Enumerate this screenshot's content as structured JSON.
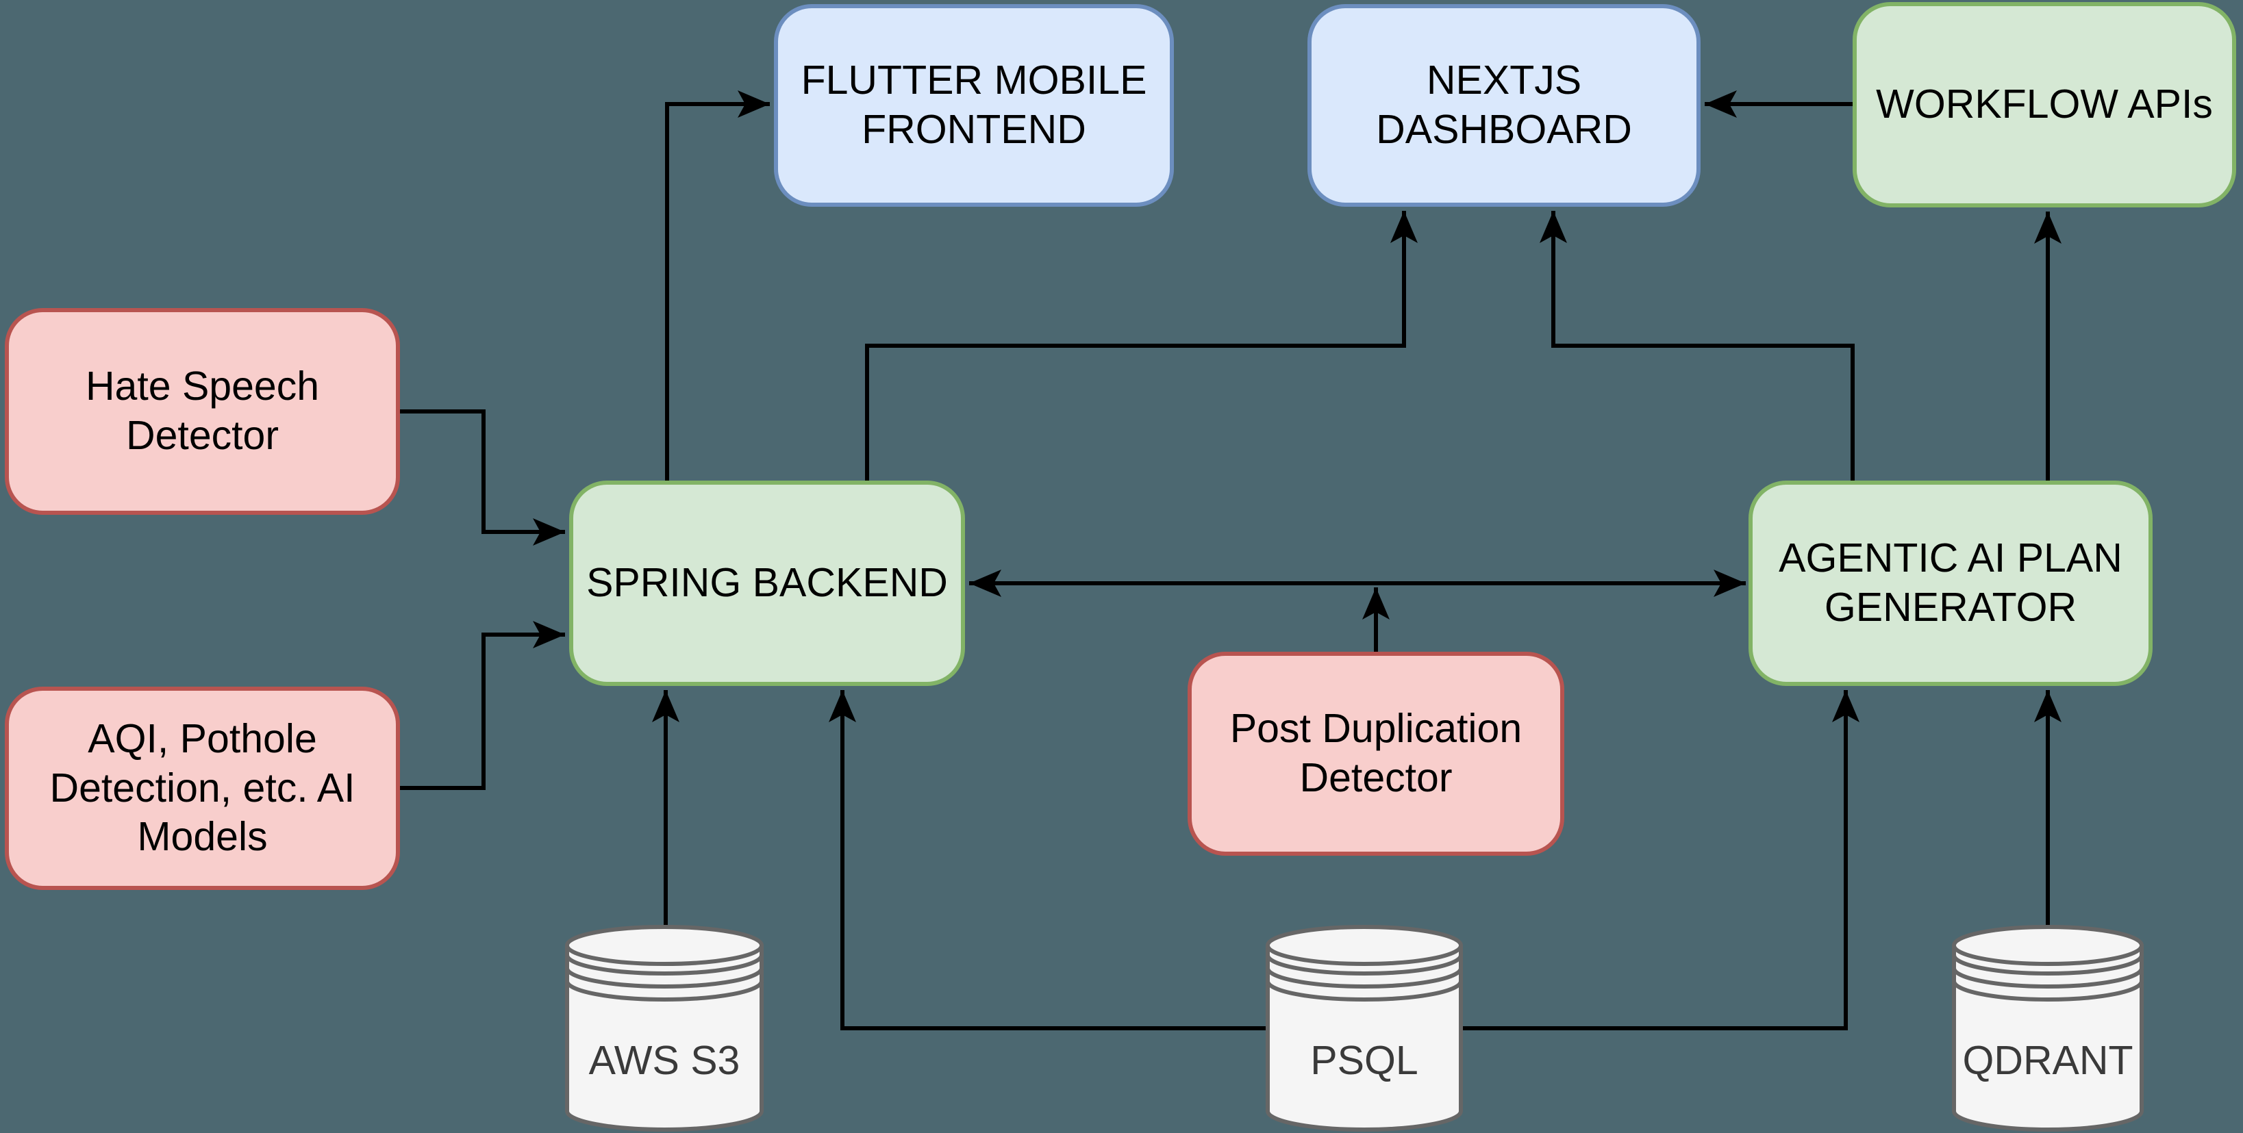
{
  "diagram": {
    "title": "System architecture diagram",
    "background_color": "#4c6871",
    "connector_color": "#000000",
    "palette": {
      "frontend_fill": "#dae8fc",
      "frontend_stroke": "#6c8ebf",
      "service_fill": "#d5e8d4",
      "service_stroke": "#82b366",
      "ml_fill": "#f8cecc",
      "ml_stroke": "#b85450",
      "database_fill": "#f5f5f5",
      "database_stroke": "#666666",
      "database_text": "#3a3a3a"
    },
    "nodes": {
      "flutter_frontend": {
        "label": "FLUTTER MOBILE FRONTEND",
        "kind": "frontend"
      },
      "nextjs_dashboard": {
        "label": "NEXTJS DASHBOARD",
        "kind": "frontend"
      },
      "workflow_apis": {
        "label": "WORKFLOW APIs",
        "kind": "service"
      },
      "spring_backend": {
        "label": "SPRING BACKEND",
        "kind": "service"
      },
      "agentic_planner": {
        "label": "AGENTIC AI PLAN GENERATOR",
        "kind": "service"
      },
      "hate_speech_detector": {
        "label": "Hate Speech Detector",
        "kind": "ml"
      },
      "aqi_models": {
        "label": "AQI, Pothole Detection, etc. AI Models",
        "kind": "ml"
      },
      "post_duplication_detector": {
        "label": "Post Duplication Detector",
        "kind": "ml"
      },
      "aws_s3": {
        "label": "AWS S3",
        "kind": "database"
      },
      "psql": {
        "label": "PSQL",
        "kind": "database"
      },
      "qdrant": {
        "label": "QDRANT",
        "kind": "database"
      }
    },
    "edges": [
      {
        "from": "SPRING BACKEND",
        "to": "FLUTTER MOBILE FRONTEND",
        "direction": "one-way"
      },
      {
        "from": "SPRING BACKEND",
        "to": "NEXTJS DASHBOARD",
        "direction": "one-way"
      },
      {
        "from": "AGENTIC AI PLAN GENERATOR",
        "to": "NEXTJS DASHBOARD",
        "direction": "one-way"
      },
      {
        "from": "WORKFLOW APIs",
        "to": "NEXTJS DASHBOARD",
        "direction": "one-way"
      },
      {
        "from": "AGENTIC AI PLAN GENERATOR",
        "to": "WORKFLOW APIs",
        "direction": "one-way"
      },
      {
        "from": "SPRING BACKEND",
        "to": "AGENTIC AI PLAN GENERATOR",
        "direction": "two-way"
      },
      {
        "from": "Post Duplication Detector",
        "to": "SPRING BACKEND / AGENTIC AI PLAN GENERATOR connector",
        "direction": "one-way"
      },
      {
        "from": "Hate Speech Detector",
        "to": "SPRING BACKEND",
        "direction": "one-way"
      },
      {
        "from": "AQI, Pothole Detection, etc. AI Models",
        "to": "SPRING BACKEND",
        "direction": "one-way"
      },
      {
        "from": "AWS S3",
        "to": "SPRING BACKEND",
        "direction": "one-way"
      },
      {
        "from": "PSQL",
        "to": "SPRING BACKEND",
        "direction": "one-way"
      },
      {
        "from": "PSQL",
        "to": "AGENTIC AI PLAN GENERATOR",
        "direction": "one-way"
      },
      {
        "from": "QDRANT",
        "to": "AGENTIC AI PLAN GENERATOR",
        "direction": "one-way"
      }
    ]
  }
}
